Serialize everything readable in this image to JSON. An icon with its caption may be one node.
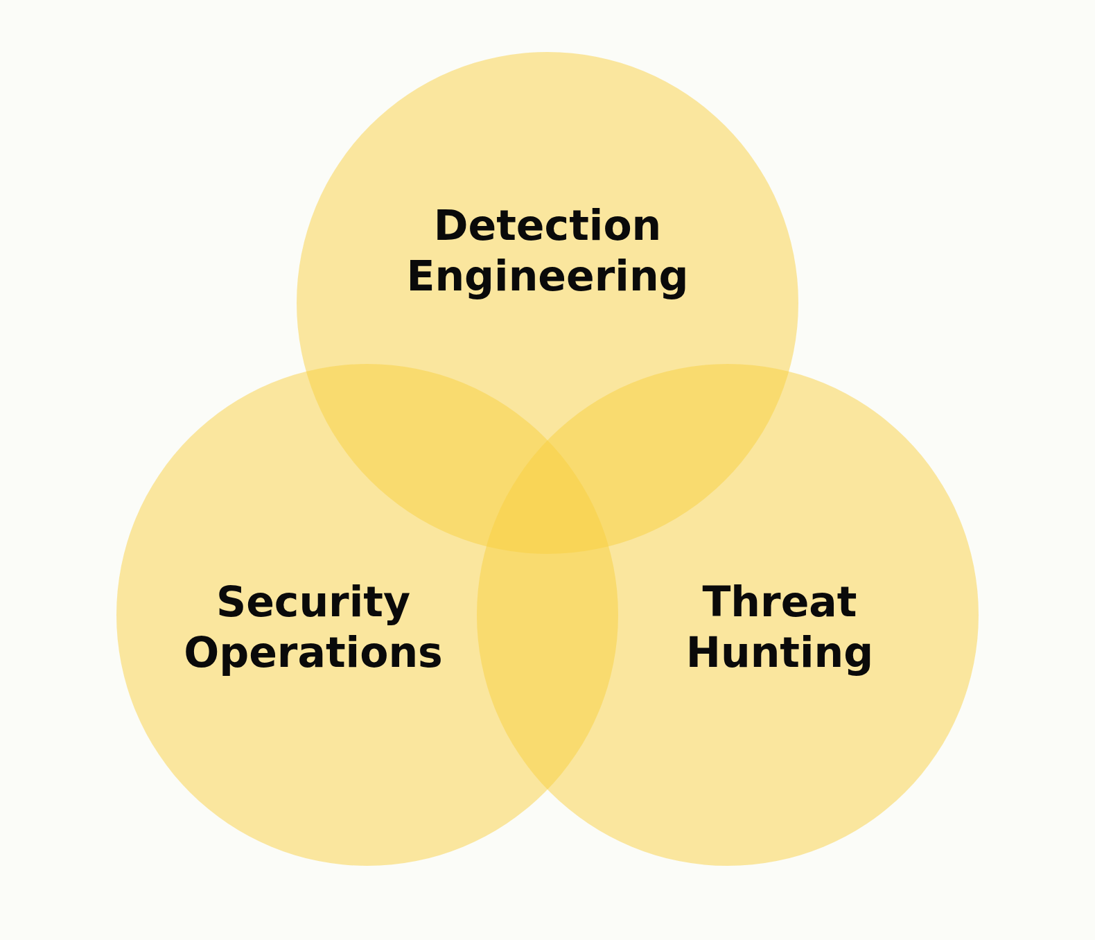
{
  "diagram": {
    "nodes": [
      {
        "text": [
          "Detection Engineering"
        ]
      },
      {
        "text": [
          "Security Operations"
        ]
      },
      {
        "text": [
          "Threat Hunting"
        ]
      }
    ]
  }
}
